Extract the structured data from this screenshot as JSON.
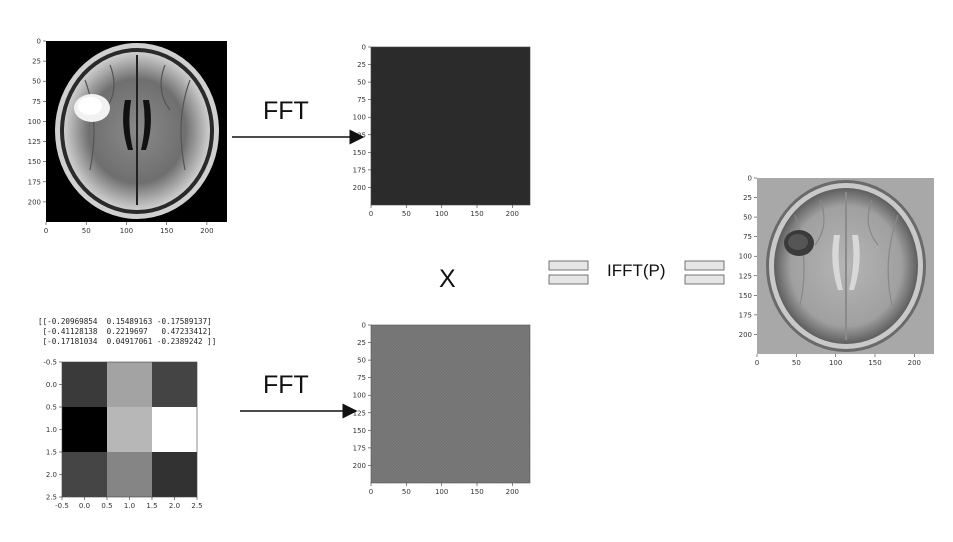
{
  "labels": {
    "fft_top": "FFT",
    "fft_bottom": "FFT",
    "multiply": "X",
    "ifft": "IFFT(P)"
  },
  "matrix_text": [
    "[[-0.20969854  0.15489163 -0.17589137]",
    " [-0.41128138  0.2219697   0.47233412]",
    " [-0.17181034  0.04917061 -0.2389242 ]]"
  ],
  "panels": {
    "brain_input": {
      "xticks": [
        "0",
        "50",
        "100",
        "150",
        "200"
      ],
      "yticks": [
        "0",
        "25",
        "50",
        "75",
        "100",
        "125",
        "150",
        "175",
        "200"
      ]
    },
    "fft_image": {
      "xticks": [
        "0",
        "50",
        "100",
        "150",
        "200"
      ],
      "yticks": [
        "0",
        "25",
        "50",
        "75",
        "100",
        "125",
        "150",
        "175",
        "200"
      ]
    },
    "fft_kernel": {
      "xticks": [
        "0",
        "50",
        "100",
        "150",
        "200"
      ],
      "yticks": [
        "0",
        "25",
        "50",
        "75",
        "100",
        "125",
        "150",
        "175",
        "200"
      ]
    },
    "brain_output": {
      "xticks": [
        "0",
        "50",
        "100",
        "150",
        "200"
      ],
      "yticks": [
        "0",
        "25",
        "50",
        "75",
        "100",
        "125",
        "150",
        "175",
        "200"
      ]
    },
    "kernel": {
      "xticks": [
        "-0.5",
        "0.0",
        "0.5",
        "1.0",
        "1.5",
        "2.0",
        "2.5"
      ],
      "yticks": [
        "-0.5",
        "0.0",
        "0.5",
        "1.0",
        "1.5",
        "2.0",
        "2.5"
      ]
    }
  },
  "kernel_values": [
    [
      -0.20969854,
      0.15489163,
      -0.17589137
    ],
    [
      -0.41128138,
      0.2219697,
      0.47233412
    ],
    [
      -0.17181034,
      0.04917061,
      -0.2389242
    ]
  ],
  "colors": {
    "fft_image_fill": "#2b2b2b",
    "fft_kernel_fill": "#7a7a7a",
    "output_background": "#a8a8a8",
    "arrow": "#111111",
    "equals_fill": "#e6e6e6"
  }
}
